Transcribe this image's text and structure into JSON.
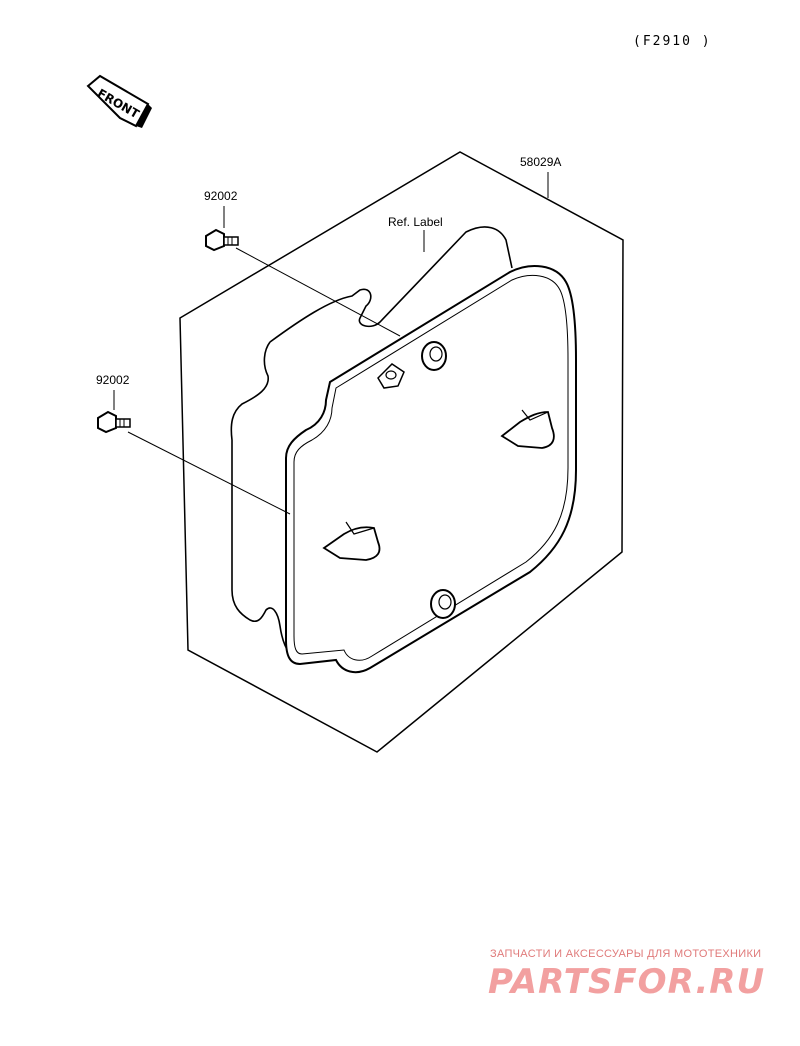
{
  "diagram_code": "(F2910 )",
  "front_label": "FRONT",
  "parts": {
    "bolt_upper": "92002",
    "bolt_lower": "92002",
    "cover": "58029A",
    "label_ref": "Ref. Label"
  },
  "watermark": {
    "tagline": "ЗАПЧАСТИ И АКСЕССУАРЫ ДЛЯ МОТОТЕХНИКИ",
    "brand": "PARTSFOR.RU",
    "color": "#f2a0a0"
  }
}
